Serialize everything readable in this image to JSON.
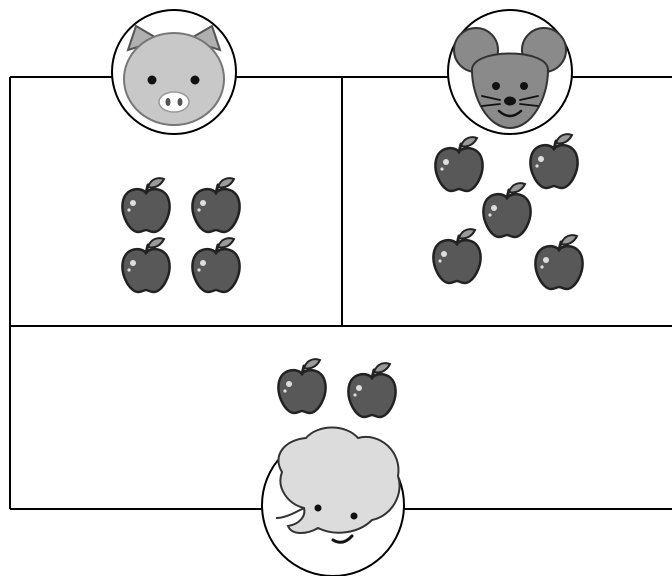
{
  "diagram": {
    "sections": [
      {
        "name": "pig-section",
        "animal": "pig-icon",
        "apple_count": 4
      },
      {
        "name": "mouse-section",
        "animal": "mouse-icon",
        "apple_count": 5
      },
      {
        "name": "elephant-section",
        "animal": "elephant-icon",
        "apple_count": 2
      }
    ],
    "colors": {
      "outline": "#000000",
      "apple_fill": "#585858",
      "apple_leaf": "#9a9a9a",
      "pig_fill": "#c8c8c8",
      "mouse_fill": "#8a8a8a",
      "elephant_fill": "#dcdcdc",
      "background": "#ffffff"
    }
  }
}
